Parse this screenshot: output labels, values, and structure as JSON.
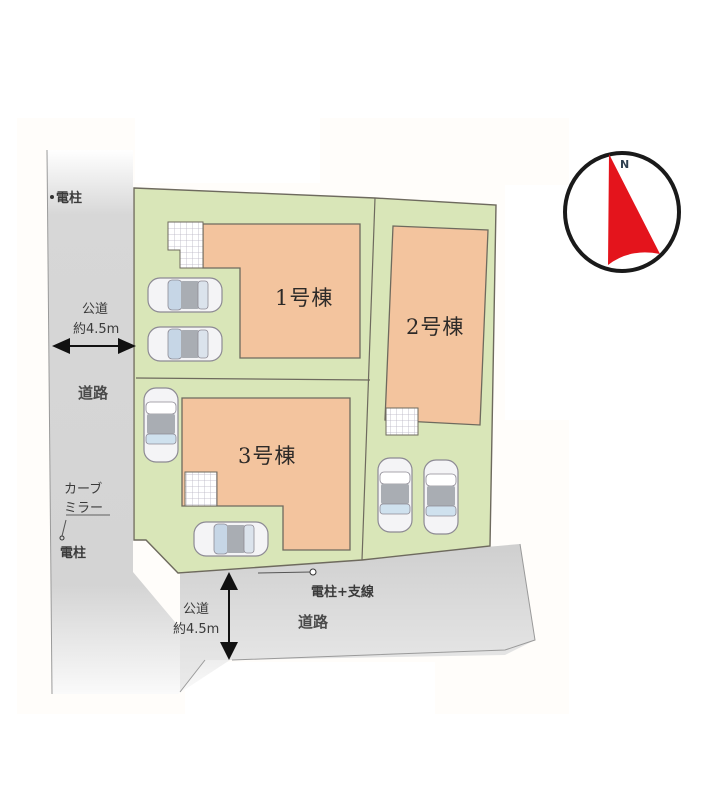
{
  "site_plan": {
    "buildings": [
      {
        "id": "building-1",
        "label": "1号棟",
        "fill": "#f3c49e",
        "stroke": "#6e6a5e"
      },
      {
        "id": "building-2",
        "label": "2号棟",
        "fill": "#f3c49e",
        "stroke": "#6e6a5e"
      },
      {
        "id": "building-3",
        "label": "3号棟",
        "fill": "#f3c49e",
        "stroke": "#6e6a5e"
      }
    ],
    "lot_fill": "#d9e6b8",
    "road_fill": "#d2d2d2",
    "roads": {
      "west": {
        "label": "道路",
        "width_title": "公道",
        "width_value": "約4.5m"
      },
      "south": {
        "label": "道路",
        "width_title": "公道",
        "width_value": "約4.5m"
      }
    },
    "annotations": {
      "pole_north": "電柱",
      "curve_mirror_line1": "カーブ",
      "curve_mirror_line2": "ミラー",
      "pole_west": "電柱",
      "pole_guy_wire": "電柱+支線"
    },
    "parking_spaces": [
      {
        "lot": "1号棟",
        "count": 2,
        "orientation": "horizontal"
      },
      {
        "lot": "2号棟",
        "count": 2,
        "orientation": "vertical"
      },
      {
        "lot": "3号棟",
        "count": 2,
        "orientation": "mixed"
      }
    ],
    "compass": {
      "label": "N",
      "needle_color": "#e4141c",
      "ring_color": "#1a1a1a"
    }
  }
}
